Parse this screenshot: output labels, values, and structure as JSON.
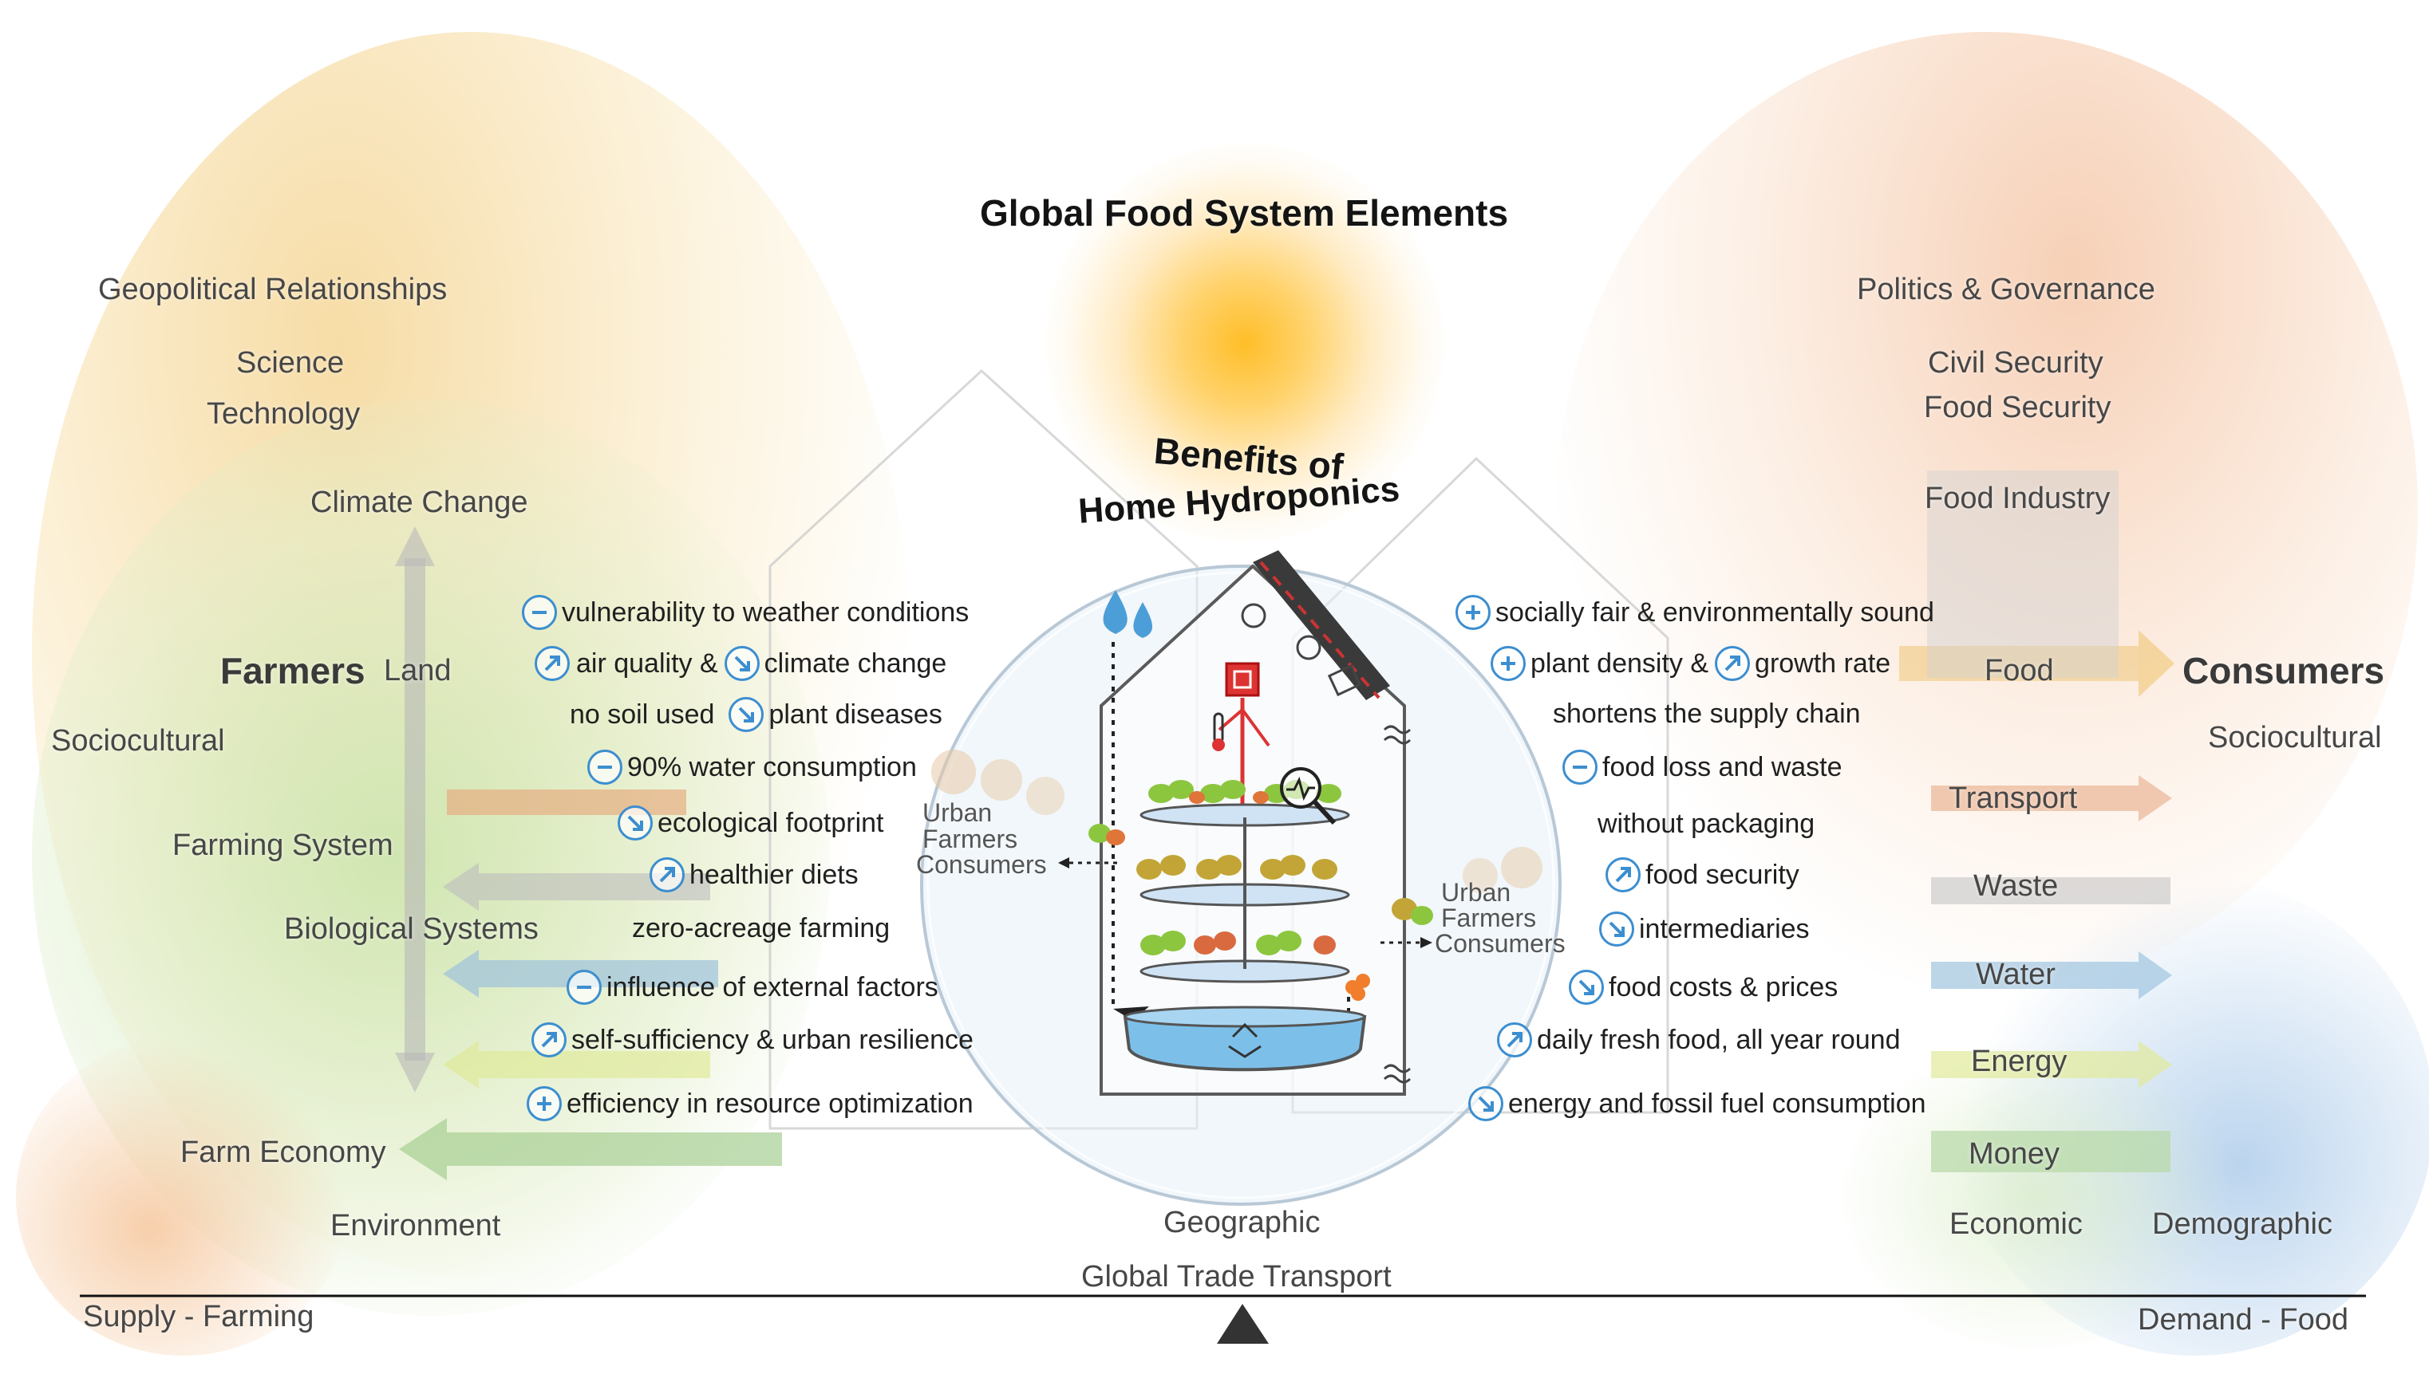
{
  "title": "Global Food System Elements",
  "center_title": {
    "line1": "Benefits of",
    "line2": "Home Hydroponics"
  },
  "left_labels": {
    "geopolitical": "Geopolitical Relationships",
    "science": "Science",
    "technology": "Technology",
    "climate": "Climate Change",
    "farmers": "Farmers",
    "land": "Land",
    "sociocultural": "Sociocultural",
    "farming_system": "Farming System",
    "biological": "Biological Systems",
    "farm_economy": "Farm Economy",
    "environment": "Environment"
  },
  "right_labels": {
    "politics": "Politics & Governance",
    "civil": "Civil Security",
    "food_security": "Food Security",
    "food_industry": "Food Industry",
    "food": "Food",
    "consumers": "Consumers",
    "sociocultural": "Sociocultural",
    "transport": "Transport",
    "waste": "Waste",
    "water": "Water",
    "energy": "Energy",
    "money": "Money",
    "economic": "Economic",
    "demographic": "Demographic"
  },
  "bottom": {
    "geographic": "Geographic",
    "trade": "Global Trade Transport",
    "supply": "Supply - Farming",
    "demand": "Demand - Food"
  },
  "urban_left": {
    "l1": "Urban",
    "l2": "Farmers",
    "l3": "Consumers"
  },
  "urban_right": {
    "l1": "Urban",
    "l2": "Farmers",
    "l3": "Consumers"
  },
  "benefits_left": [
    {
      "icon": "minus",
      "text": "vulnerability to weather conditions"
    },
    {
      "icon": "up",
      "text": "air quality &",
      "icon2": "down",
      "text2": "climate change"
    },
    {
      "text": "no soil used",
      "icon2": "down",
      "text2": "plant diseases"
    },
    {
      "icon": "minus",
      "text": "90% water consumption"
    },
    {
      "icon": "down",
      "text": "ecological footprint"
    },
    {
      "icon": "up",
      "text": "healthier diets"
    },
    {
      "text": "zero-acreage farming"
    },
    {
      "icon": "minus",
      "text": "influence of external factors"
    },
    {
      "icon": "up",
      "text": "self-sufficiency & urban resilience"
    },
    {
      "icon": "plus",
      "text": "efficiency in resource optimization"
    }
  ],
  "benefits_right": [
    {
      "icon": "plus",
      "text": "socially fair & environmentally sound"
    },
    {
      "icon": "plus",
      "text": "plant density &",
      "icon2": "up",
      "text2": "growth rate"
    },
    {
      "text": "shortens the supply chain"
    },
    {
      "icon": "minus",
      "text": "food loss and waste"
    },
    {
      "text": "without packaging"
    },
    {
      "icon": "up",
      "text": "food security"
    },
    {
      "icon": "down",
      "text": "intermediaries"
    },
    {
      "icon": "down",
      "text": "food costs & prices"
    },
    {
      "icon": "up",
      "text": "daily fresh food, all year round"
    },
    {
      "icon": "down",
      "text": "energy and fossil fuel consumption"
    }
  ],
  "colors": {
    "icon_blue": "#3c8ed0",
    "sun": "#ffb020"
  }
}
